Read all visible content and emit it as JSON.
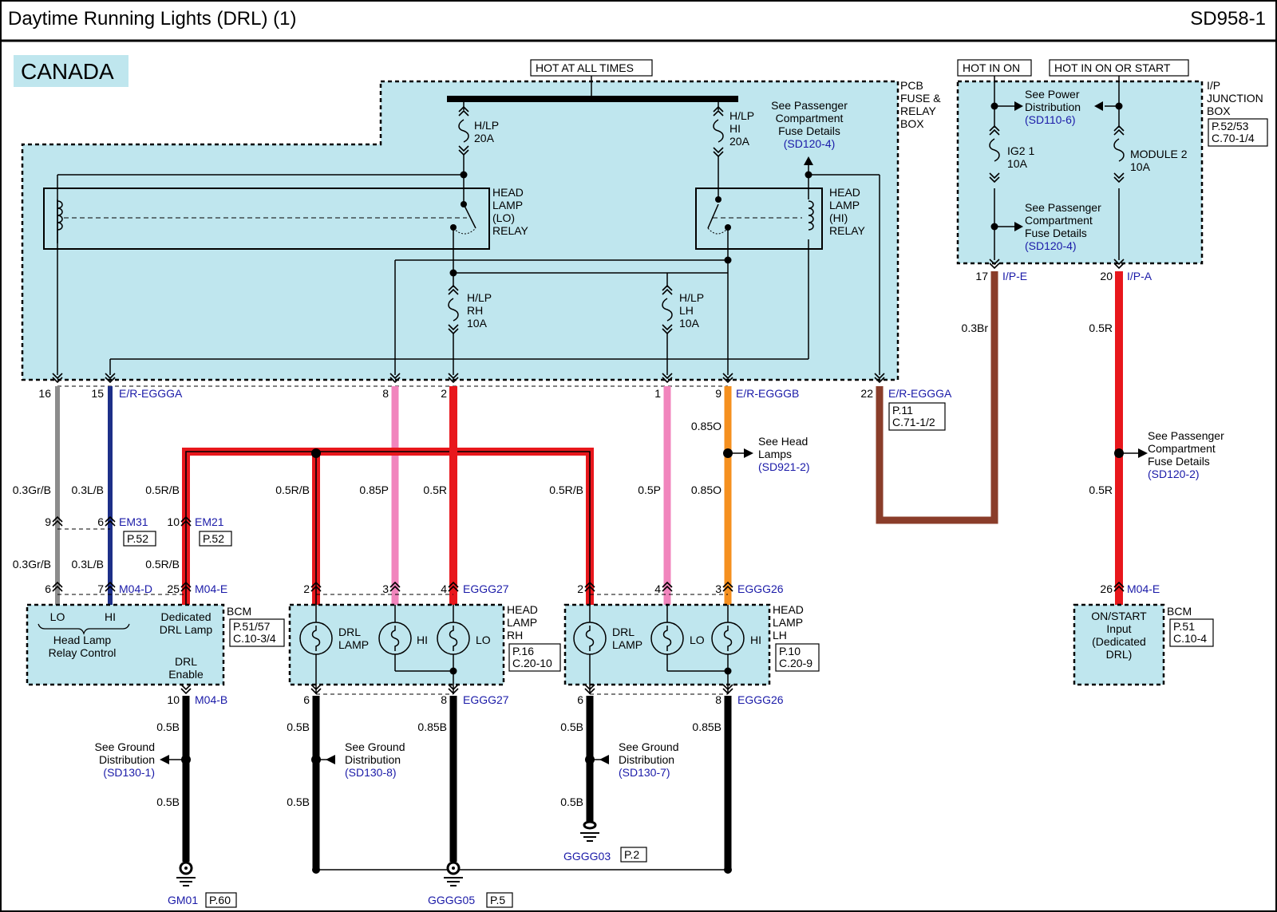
{
  "header": {
    "title": "Daytime Running Lights (DRL) (1)",
    "code": "SD958-1"
  },
  "region": "CANADA",
  "colors": {
    "panel": "#bfe6ee",
    "wire_red": "#e8171c",
    "wire_pink": "#f185bd",
    "wire_orange": "#f5901f",
    "wire_brown": "#8a3d2a",
    "wire_blue": "#1d2f88",
    "wire_gray": "#8c8c8c",
    "wire_black": "#000000",
    "link_blue": "#1a1aa8"
  },
  "power_labels": {
    "hot_at_all_times": "HOT AT ALL TIMES",
    "hot_in_on": "HOT IN ON",
    "hot_in_on_or_start": "HOT IN ON OR START"
  },
  "pcb_box": {
    "name": [
      "PCB",
      "FUSE &",
      "RELAY",
      "BOX"
    ],
    "fuse_hlp": [
      "H/LP",
      "20A"
    ],
    "fuse_hlp_hi": [
      "H/LP",
      "HI",
      "20A"
    ],
    "fuse_rh": [
      "H/LP",
      "RH",
      "10A"
    ],
    "fuse_lh": [
      "H/LP",
      "LH",
      "10A"
    ],
    "relay_lo": [
      "HEAD",
      "LAMP",
      "(LO)",
      "RELAY"
    ],
    "relay_hi": [
      "HEAD",
      "LAMP",
      "(HI)",
      "RELAY"
    ],
    "see_fuse": [
      "See Passenger",
      "Compartment",
      "Fuse Details"
    ],
    "see_fuse_ref": "(SD120-4)"
  },
  "ip_box": {
    "name": [
      "I/P",
      "JUNCTION",
      "BOX"
    ],
    "ref": [
      "P.52/53",
      "C.70-1/4"
    ],
    "see_power": [
      "See Power",
      "Distribution"
    ],
    "see_power_ref": "(SD110-6)",
    "fuse_ig2": [
      "IG2 1",
      "10A"
    ],
    "fuse_module2": [
      "MODULE 2",
      "10A"
    ],
    "see_fuse": [
      "See Passenger",
      "Compartment",
      "Fuse Details"
    ],
    "see_fuse_ref": "(SD120-4)"
  },
  "connectors": {
    "er_eggga": "E/R-EGGGA",
    "er_egggb": "E/R-EGGGB",
    "ip_e": "I/P-E",
    "ip_a": "I/P-A",
    "em31": "EM31",
    "em21": "EM21",
    "m04d": "M04-D",
    "m04e": "M04-E",
    "m04b": "M04-B",
    "eggg27": "EGGG27",
    "eggg26": "EGGG26",
    "ref_p52": "P.52",
    "ref_p11": [
      "P.11",
      "C.71-1/2"
    ]
  },
  "pins": {
    "p16": "16",
    "p15": "15",
    "p8": "8",
    "p2": "2",
    "p1": "1",
    "p9": "9",
    "p22": "22",
    "p17": "17",
    "p20": "20",
    "p9b": "9",
    "p6b": "6",
    "p10b": "10",
    "p6c": "6",
    "p7c": "7",
    "p25c": "25",
    "rh2": "2",
    "rh3": "3",
    "rh4": "4",
    "lh2": "2",
    "lh4": "4",
    "lh3": "3",
    "bcm26": "26",
    "b10": "10",
    "rh6": "6",
    "rh8": "8",
    "lh6": "6",
    "lh8": "8"
  },
  "wires": {
    "w03grb": "0.3Gr/B",
    "w03lb": "0.3L/B",
    "w05rb": "0.5R/B",
    "w085p": "0.85P",
    "w05r": "0.5R",
    "w05p": "0.5P",
    "w085o": "0.85O",
    "w03br": "0.3Br",
    "w05b": "0.5B",
    "w085b": "0.85B"
  },
  "see_head_lamps": [
    "See Head",
    "Lamps"
  ],
  "see_head_lamps_ref": "(SD921-2)",
  "see_pcfd": [
    "See Passenger",
    "Compartment",
    "Fuse Details"
  ],
  "see_pcfd_ref": "(SD120-2)",
  "bcm_left": {
    "lo": "LO",
    "hi": "HI",
    "ctrl": [
      "Head Lamp",
      "Relay Control"
    ],
    "dedicated": [
      "Dedicated",
      "DRL Lamp"
    ],
    "enable": [
      "DRL",
      "Enable"
    ],
    "name": "BCM",
    "ref": [
      "P.51/57",
      "C.10-3/4"
    ]
  },
  "head_lamp_rh": {
    "name": [
      "HEAD",
      "LAMP",
      "RH"
    ],
    "ref": [
      "P.16",
      "C.20-10"
    ],
    "drl": [
      "DRL",
      "LAMP"
    ],
    "hi": "HI",
    "lo": "LO"
  },
  "head_lamp_lh": {
    "name": [
      "HEAD",
      "LAMP",
      "LH"
    ],
    "ref": [
      "P.10",
      "C.20-9"
    ],
    "drl": [
      "DRL",
      "LAMP"
    ],
    "lo": "LO",
    "hi": "HI"
  },
  "bcm_right": {
    "text": [
      "ON/START",
      "Input",
      "(Dedicated",
      "DRL)"
    ],
    "name": "BCM",
    "ref": [
      "P.51",
      "C.10-4"
    ]
  },
  "ground": {
    "see": [
      "See Ground",
      "Distribution"
    ],
    "ref1": "(SD130-1)",
    "ref8": "(SD130-8)",
    "ref7": "(SD130-7)",
    "gm01": "GM01",
    "gm01_ref": "P.60",
    "gggg05": "GGGG05",
    "gggg05_ref": "P.5",
    "gggg03": "GGGG03",
    "gggg03_ref": "P.2"
  }
}
